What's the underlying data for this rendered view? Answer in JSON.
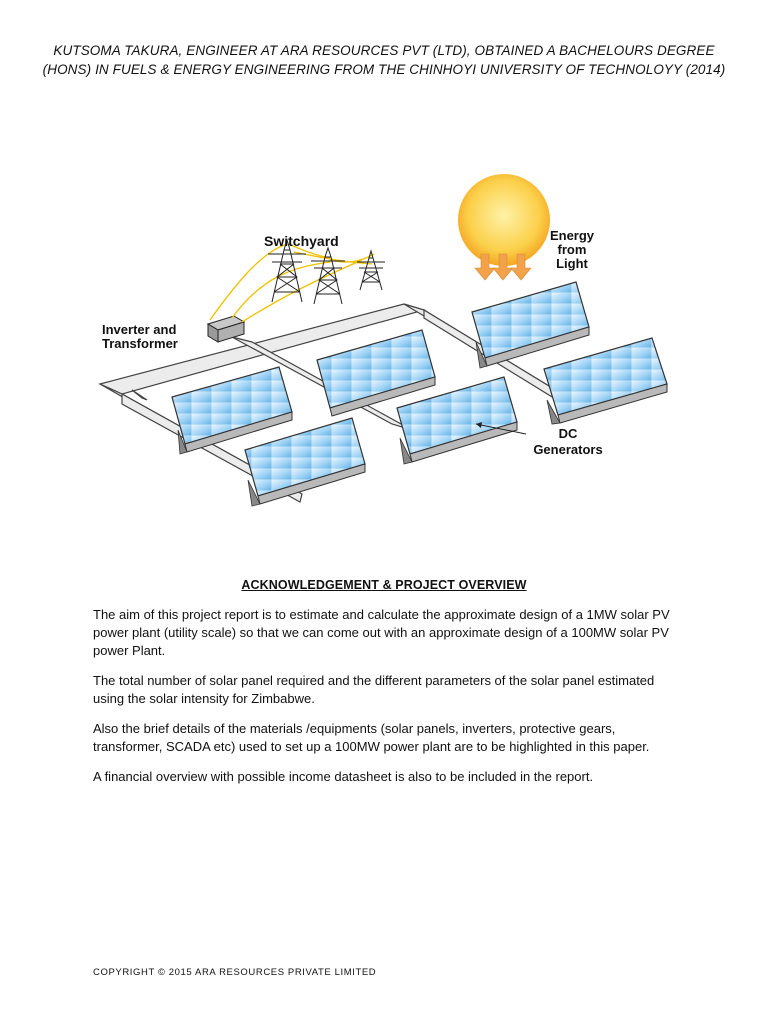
{
  "header": {
    "line1": "KUTSOMA TAKURA, ENGINEER AT ARA RESOURCES PVT (LTD), OBTAINED A BACHELOURS DEGREE",
    "line2": "(HONS) IN FUELS & ENERGY ENGINEERING FROM THE CHINHOYI UNIVERSITY OF TECHNOLOYY (2014)"
  },
  "figure": {
    "switchyard": "Switchyard",
    "energy_line1": "Energy",
    "energy_line2": "from",
    "energy_line3": "Light",
    "inverter_line1": "Inverter and",
    "inverter_line2": "Transformer",
    "dc_line1": "DC",
    "dc_line2": "Generators",
    "colors": {
      "sun": "#f9c33a",
      "arrow": "#f2a24b",
      "panel": "#8cc8f0",
      "wire": "#f0c000"
    }
  },
  "section": {
    "title": "ACKNOWLEDGEMENT & PROJECT OVERVIEW"
  },
  "paragraphs": [
    "The aim of this project report is to estimate and calculate the approximate design of a 1MW solar PV power plant (utility scale) so that we can come out with an approximate design of a 100MW solar PV power Plant.",
    "The total number of solar panel required and the different parameters of the solar panel estimated using the solar intensity for Zimbabwe.",
    "Also the brief details of the materials /equipments (solar panels, inverters, protective gears, transformer, SCADA etc) used to set up a 100MW power plant are to be highlighted in this paper.",
    "A financial overview with possible income datasheet is also to be included in the report."
  ],
  "footer": {
    "copyright": "COPYRIGHT © 2015 ARA RESOURCES PRIVATE LIMITED"
  }
}
